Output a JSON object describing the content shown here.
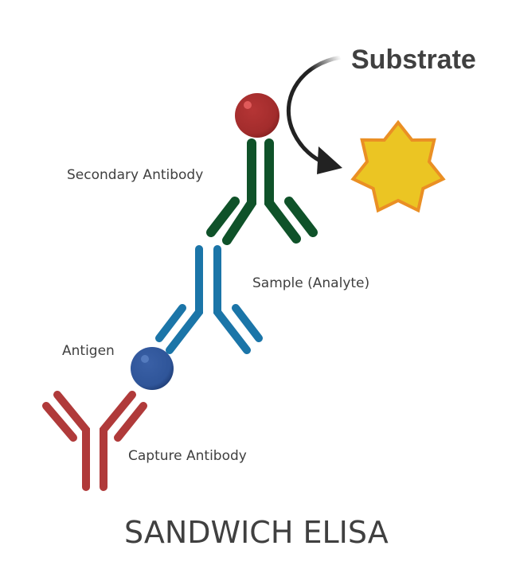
{
  "title": "SANDWICH ELISA",
  "labels": {
    "substrate": "Substrate",
    "secondary_antibody": "Secondary Antibody",
    "sample": "Sample (Analyte)",
    "antigen": "Antigen",
    "capture_antibody": "Capture Antibody"
  },
  "colors": {
    "capture_antibody": "#b03a3a",
    "sample_antibody": "#1b75a8",
    "secondary_antibody": "#0f5229",
    "antigen": "#2f5599",
    "enzyme": "#a83030",
    "substrate_fill": "#ebc523",
    "substrate_stroke": "#ea8f24",
    "arrow": "#222222",
    "text": "#404040"
  }
}
